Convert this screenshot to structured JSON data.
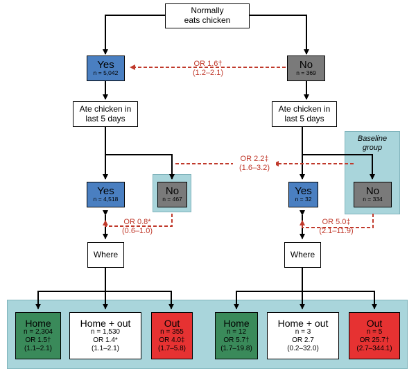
{
  "root": {
    "label_line1": "Normally",
    "label_line2": "eats chicken"
  },
  "left": {
    "yes": {
      "label": "Yes",
      "n": "n = 5,042"
    },
    "ate": {
      "line1": "Ate chicken in",
      "line2": "last 5 days"
    },
    "yes2": {
      "label": "Yes",
      "n": "n = 4,518"
    },
    "no2": {
      "label": "No",
      "n": "n = 467"
    },
    "where": "Where",
    "or_mid": {
      "or": "OR 0.8*",
      "ci": "(0.6–1.0)"
    },
    "home": {
      "label": "Home",
      "n": "n = 2,304",
      "or": "OR 1.5†",
      "ci": "(1.1–2.1)"
    },
    "homeout": {
      "label": "Home + out",
      "n": "n = 1,530",
      "or": "OR 1.4*",
      "ci": "(1.1–2.1)"
    },
    "out": {
      "label": "Out",
      "n": "n = 355",
      "or": "OR 4.0‡",
      "ci": "(1.7–5.8)"
    }
  },
  "right": {
    "no": {
      "label": "No",
      "n": "n = 369"
    },
    "ate": {
      "line1": "Ate chicken in",
      "line2": "last 5 days"
    },
    "yes2": {
      "label": "Yes",
      "n": "n = 32"
    },
    "no2": {
      "label": "No",
      "n": "n = 334"
    },
    "baseline": {
      "line1": "Baseline",
      "line2": "group"
    },
    "where": "Where",
    "or_mid": {
      "or": "OR 5.0‡",
      "ci": "(2.1–11.9)"
    },
    "home": {
      "label": "Home",
      "n": "n = 12",
      "or": "OR 5.7†",
      "ci": "(1.7–19.8)"
    },
    "homeout": {
      "label": "Home + out",
      "n": "n = 3",
      "or": "OR 2.7",
      "ci": "(0.2–32.0)"
    },
    "out": {
      "label": "Out",
      "n": "n = 5",
      "or": "OR 25.7†",
      "ci": "(2.7–344.1)"
    }
  },
  "or_top": {
    "or": "OR 1.6†",
    "ci": "(1.2–2.1)"
  },
  "or_center": {
    "or": "OR 2.2‡",
    "ci": "(1.6–3.2)"
  },
  "colors": {
    "blue": "#4a7fc1",
    "gray": "#7a7a7a",
    "green": "#3a8a5a",
    "red": "#e63232",
    "teal": "#a9d5db",
    "or_red": "#c0392b"
  }
}
